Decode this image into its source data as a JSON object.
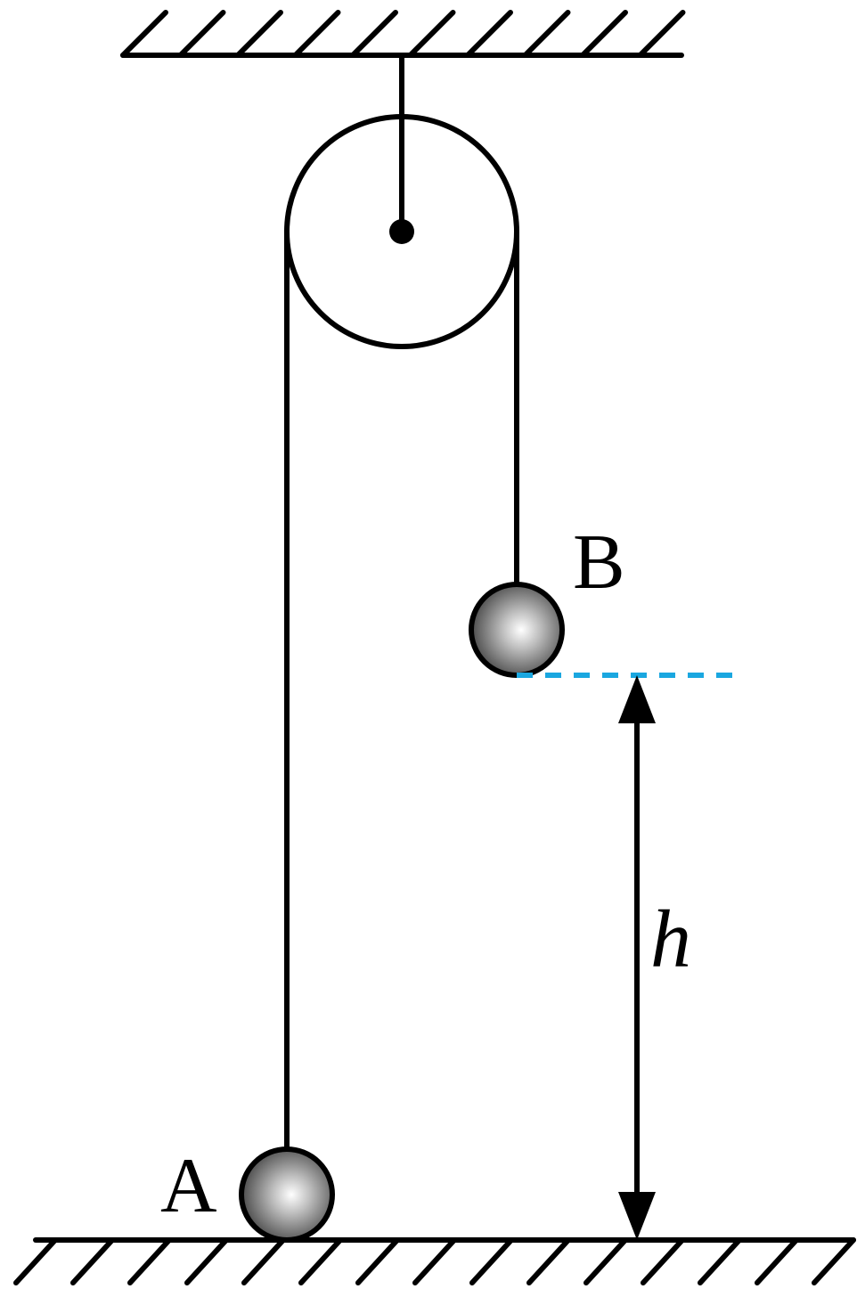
{
  "labels": {
    "ball_a": "A",
    "ball_b": "B",
    "height": "h"
  },
  "colors": {
    "stroke": "#000000",
    "reference_line": "#1aa7e0",
    "ball_highlight": "#ffffff",
    "ball_shadow": "#3a3a3a"
  },
  "icons": {
    "ceiling": "hatched-support-icon",
    "ground": "hatched-ground-icon",
    "pulley": "pulley-wheel-icon",
    "dimension": "double-arrow-icon"
  }
}
